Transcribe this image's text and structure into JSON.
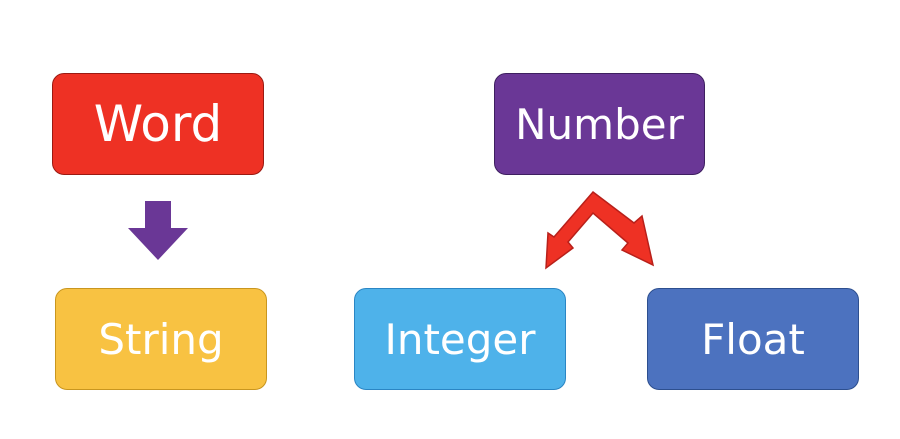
{
  "nodes": {
    "word": {
      "label": "Word",
      "color": "#EE3124"
    },
    "number": {
      "label": "Number",
      "color": "#6A3796"
    },
    "string": {
      "label": "String",
      "color": "#F8C242"
    },
    "integer": {
      "label": "Integer",
      "color": "#4EB2EA"
    },
    "float": {
      "label": "Float",
      "color": "#4C72BF"
    }
  },
  "arrows": {
    "word_to_string": {
      "color": "#6A3796"
    },
    "number_split": {
      "color": "#EE3124",
      "outline": "#B8201A"
    }
  }
}
